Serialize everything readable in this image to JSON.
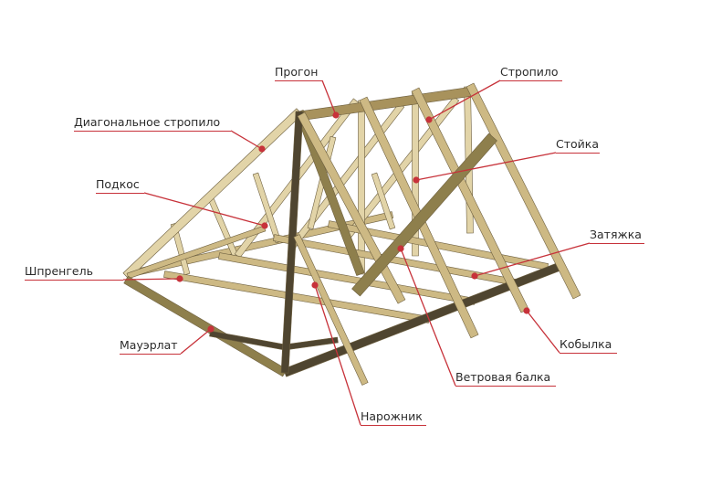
{
  "labels": {
    "progon": "Прогон",
    "stropilo": "Стропило",
    "diag": "Диагональное стропило",
    "stoyka": "Стойка",
    "podkos": "Подкос",
    "zatyazhka": "Затяжка",
    "shprengel": "Шпренгель",
    "mauerlat": "Мауэрлат",
    "kobylka": "Кобылка",
    "vetrovaya": "Ветровая балка",
    "narozhnik": "Нарожник"
  },
  "colors": {
    "wood_light": "#e2d4a8",
    "wood_mid": "#cdb984",
    "wood_dark": "#a8925c",
    "wood_olive": "#8e7f4c",
    "wood_shadow": "#4f4530",
    "leader": "#c7323a"
  }
}
